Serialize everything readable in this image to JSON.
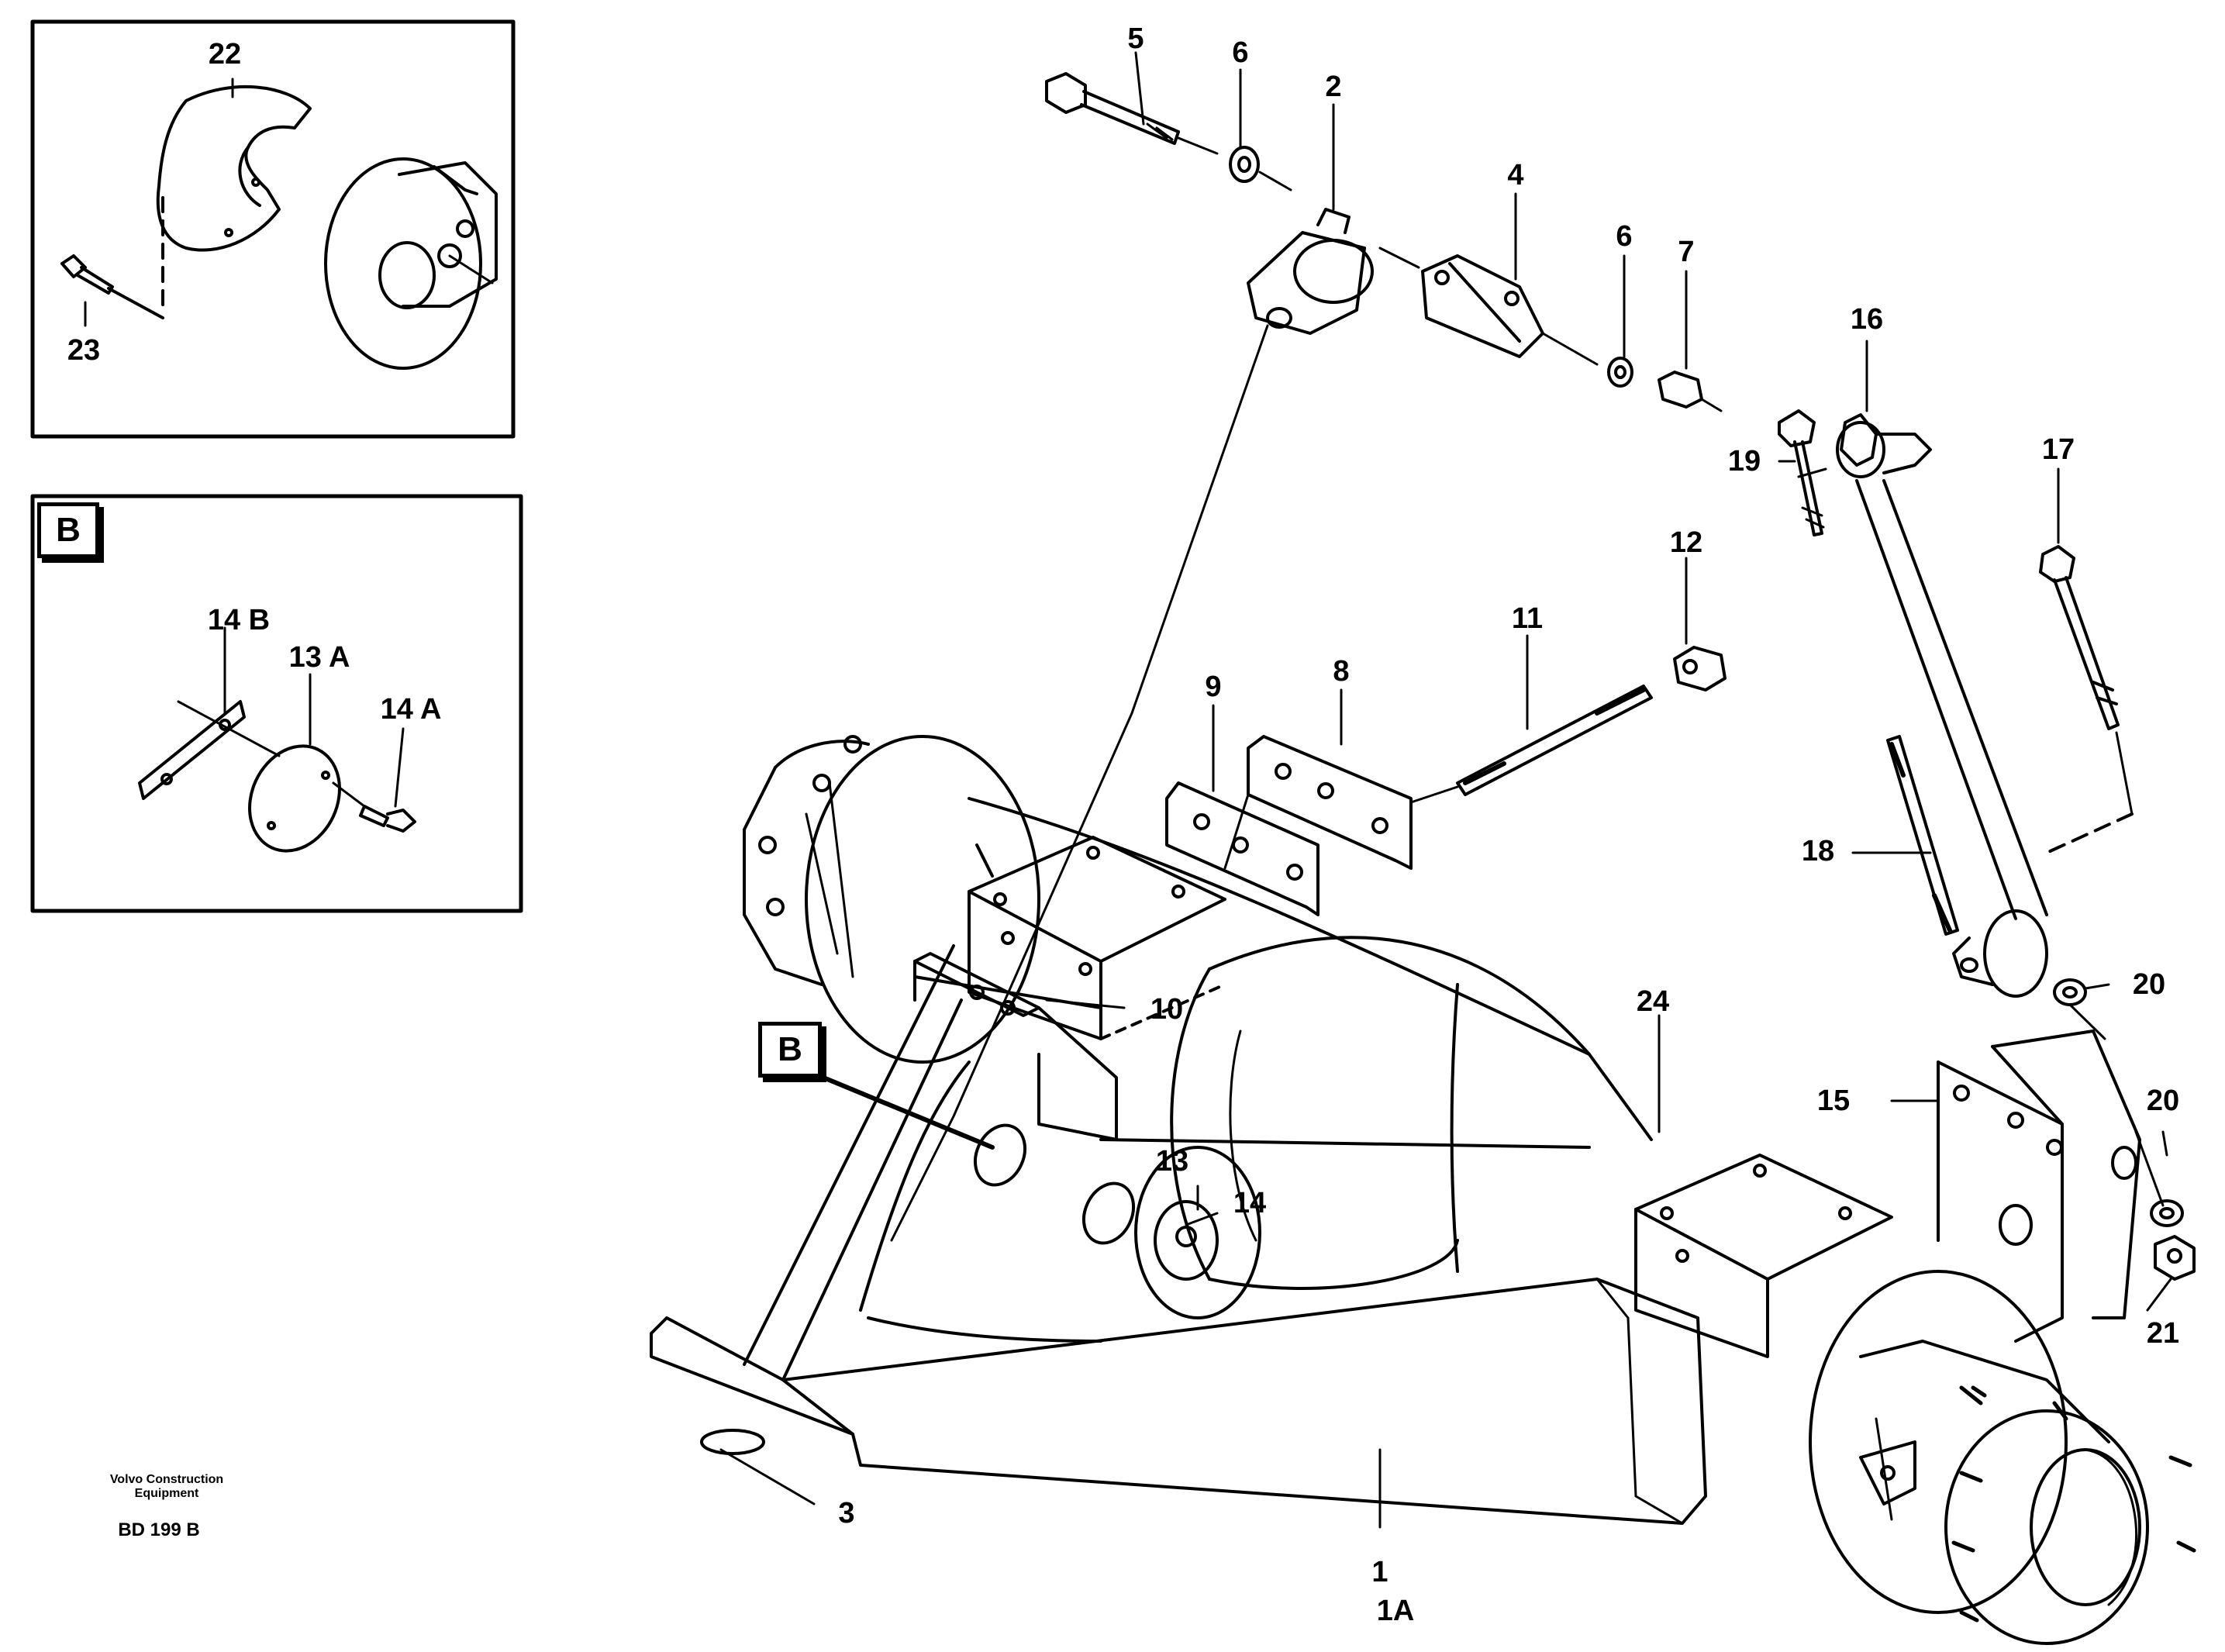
{
  "callouts": {
    "c1": "1",
    "c1A": "1A",
    "c2": "2",
    "c3": "3",
    "c4": "4",
    "c5": "5",
    "c6a": "6",
    "c6b": "6",
    "c7": "7",
    "c8": "8",
    "c9": "9",
    "c10": "10",
    "c11": "11",
    "c12": "12",
    "c13": "13",
    "c14": "14",
    "c15": "15",
    "c16": "16",
    "c17": "17",
    "c18": "18",
    "c19": "19",
    "c20a": "20",
    "c20b": "20",
    "c21": "21",
    "c22": "22",
    "c23": "23",
    "c24": "24"
  },
  "inset_b": {
    "tag": "B",
    "c14B": "14 B",
    "c13A": "13 A",
    "c14A": "14 A"
  },
  "view_marker": "B",
  "footer": {
    "company_line1": "Volvo Construction",
    "company_line2": "Equipment",
    "code": "BD 199 B"
  }
}
